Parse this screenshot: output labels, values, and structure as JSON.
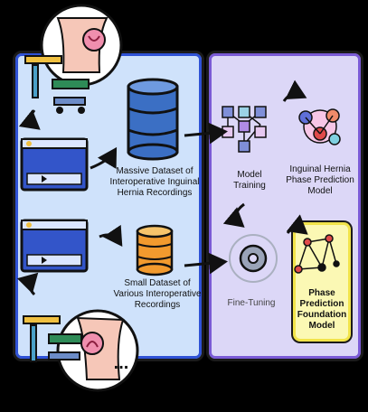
{
  "labels": {
    "massive_dataset": "Massive Dataset of Interoperative Inguinal Hernia Recordings",
    "small_dataset": "Small Dataset of Various Interoperative Recordings",
    "model_training": "Model Training",
    "hernia_model": "Inguinal Hernia Phase Prediction Model",
    "fine_tuning": "Fine-Tuning",
    "foundation_model": "Phase Prediction Foundation Model",
    "more_ellipsis": "..."
  },
  "colors": {
    "left_panel_bg": "#cfe2fb",
    "left_panel_border": "#2f52d6",
    "right_panel_bg": "#dcd7f7",
    "right_panel_border": "#7b5bd6",
    "foundation_bg": "#fbf8b4",
    "foundation_border": "#f1e34a",
    "database_blue": "#3b6fc4",
    "database_orange": "#f29a2e"
  },
  "icons": [
    "surgery-scene-icon",
    "video-player-icon",
    "database-icon",
    "neural-network-icon",
    "brain-network-icon",
    "gear-icon",
    "arrow-icon"
  ]
}
